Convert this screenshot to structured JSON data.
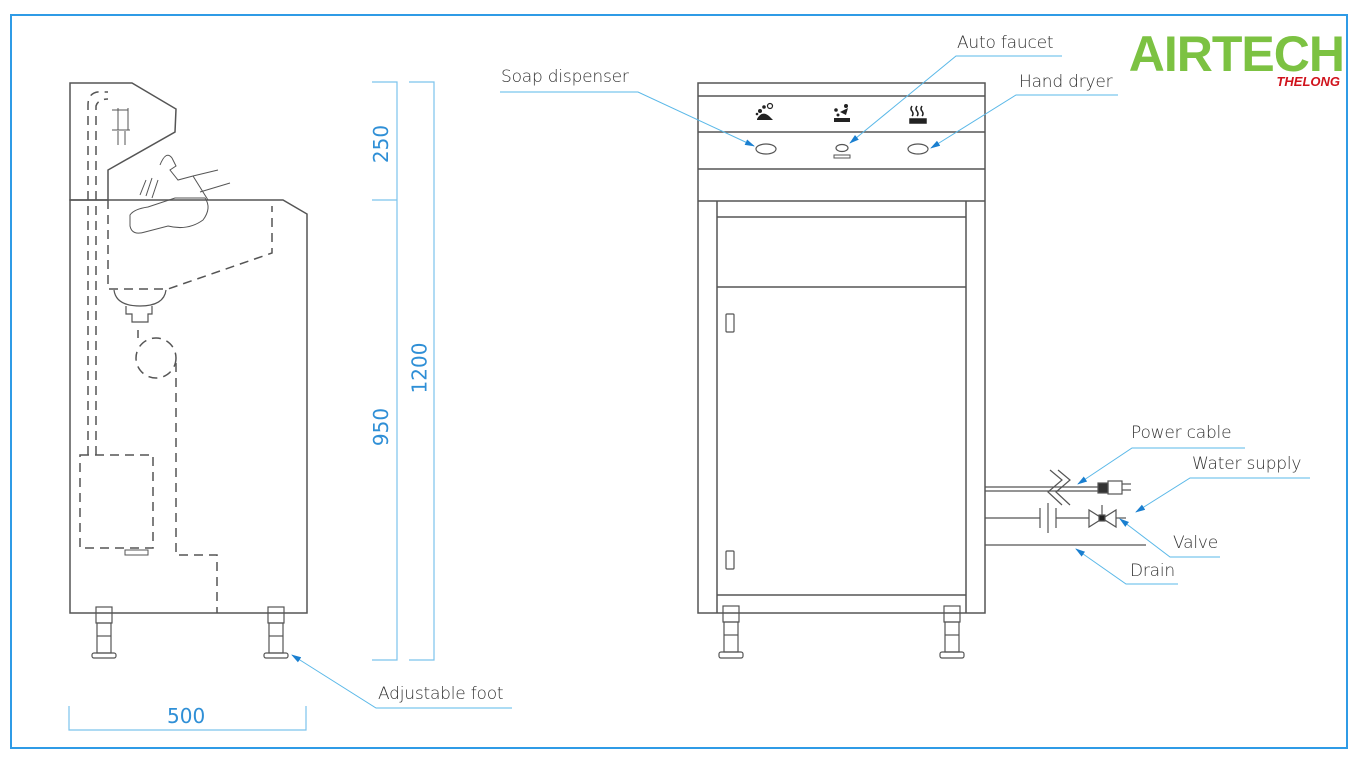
{
  "brand": {
    "name": "AIRTECH",
    "sub": "THELONG",
    "primary_color": "#7cc242",
    "secondary_color": "#d0131c"
  },
  "colors": {
    "frame": "#2f9be6",
    "dimension": "#2f8fd6",
    "leader": "#5ab8e8",
    "line": "#555555"
  },
  "side_view": {
    "dimensions": {
      "width": "500",
      "top_height": "250",
      "lower_height": "950",
      "total_height": "1200"
    },
    "labels": {
      "foot": "Adjustable foot"
    }
  },
  "front_view": {
    "panel_icons": [
      "soap-icon",
      "faucet-icon",
      "dryer-icon"
    ],
    "labels": {
      "soap": "Soap dispenser",
      "faucet": "Auto faucet",
      "dryer": "Hand dryer",
      "power": "Power cable",
      "water": "Water supply",
      "valve": "Valve",
      "drain": "Drain"
    }
  }
}
